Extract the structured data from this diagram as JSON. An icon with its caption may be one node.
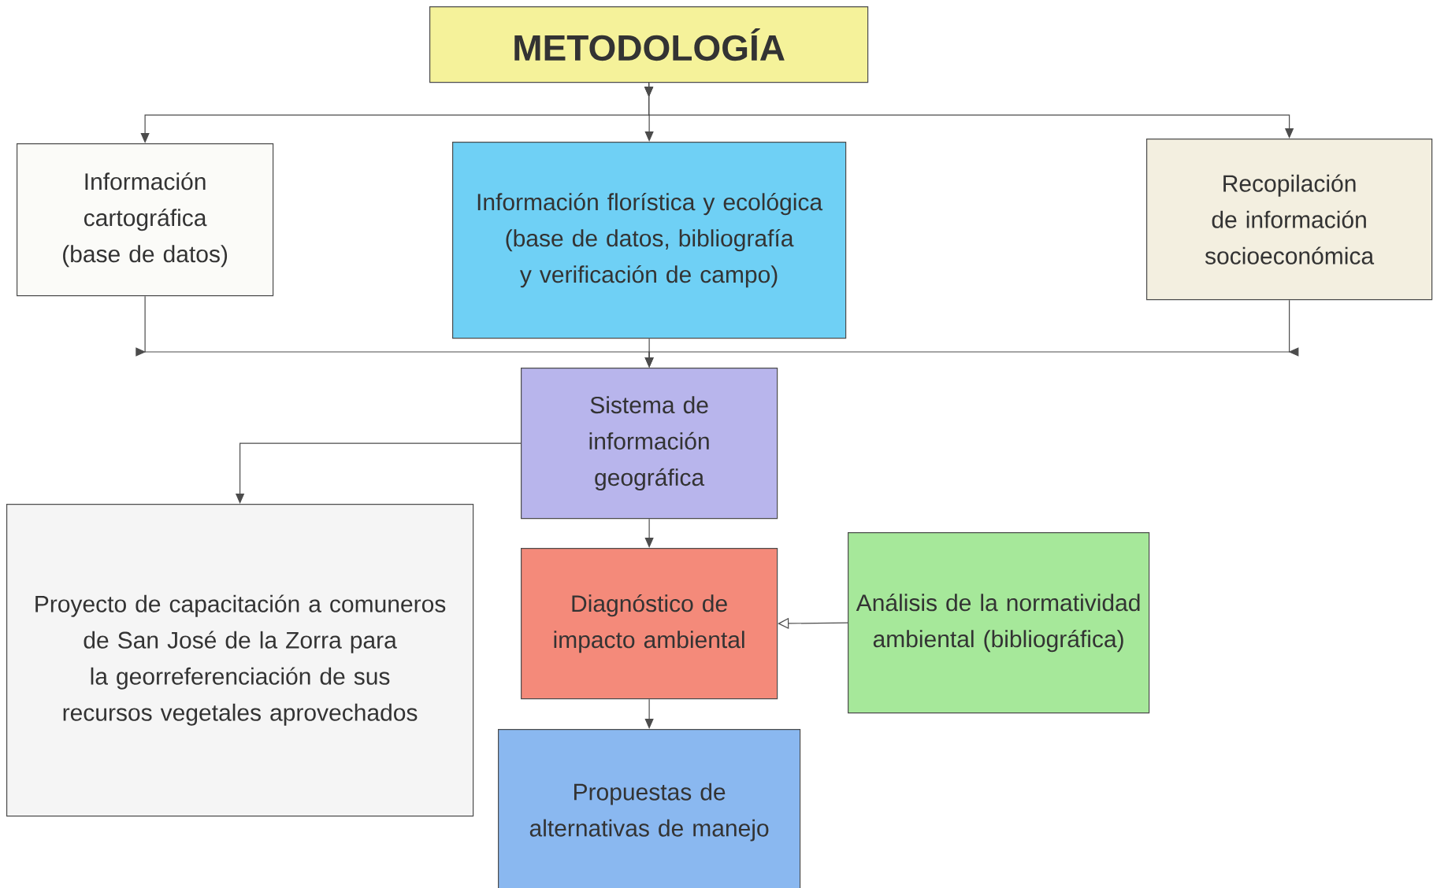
{
  "diagram": {
    "nodes": [
      {
        "text": [
          "METODOLOGÍA"
        ]
      },
      {
        "text": [
          "Información cartográfica (base de datos)"
        ]
      },
      {
        "text": [
          "Información florística y ecológica (base de datos, bibliografía y verificación de campo)"
        ]
      },
      {
        "text": [
          "Recopilación de información socioeconómica"
        ]
      },
      {
        "text": [
          "Sistema de información geográfica"
        ]
      },
      {
        "text": [
          "Proyecto de capacitación a comuneros de San José de la Zorra para la georreferenciación de sus recursos vegetales aprovechados"
        ]
      },
      {
        "text": [
          "Diagnóstico de impacto ambiental"
        ]
      },
      {
        "text": [
          "Análisis de la normatividad ambiental (bibliográfica)"
        ]
      },
      {
        "text": [
          "Propuestas de alternativas de manejo"
        ]
      }
    ],
    "edges": [
      {
        "from": 0,
        "to": 1,
        "arrow": "to"
      },
      {
        "from": 0,
        "to": 2,
        "arrow": "to"
      },
      {
        "from": 0,
        "to": 3,
        "arrow": "to"
      },
      {
        "from": 1,
        "to": 4,
        "arrow": "to"
      },
      {
        "from": 2,
        "to": 4,
        "arrow": "to"
      },
      {
        "from": 3,
        "to": 4,
        "arrow": "to"
      },
      {
        "from": 4,
        "to": 5,
        "arrow": "to"
      },
      {
        "from": 4,
        "to": 6,
        "arrow": "to"
      },
      {
        "from": 7,
        "to": 6,
        "arrow": "to"
      },
      {
        "from": 6,
        "to": 8,
        "arrow": "to"
      }
    ]
  }
}
